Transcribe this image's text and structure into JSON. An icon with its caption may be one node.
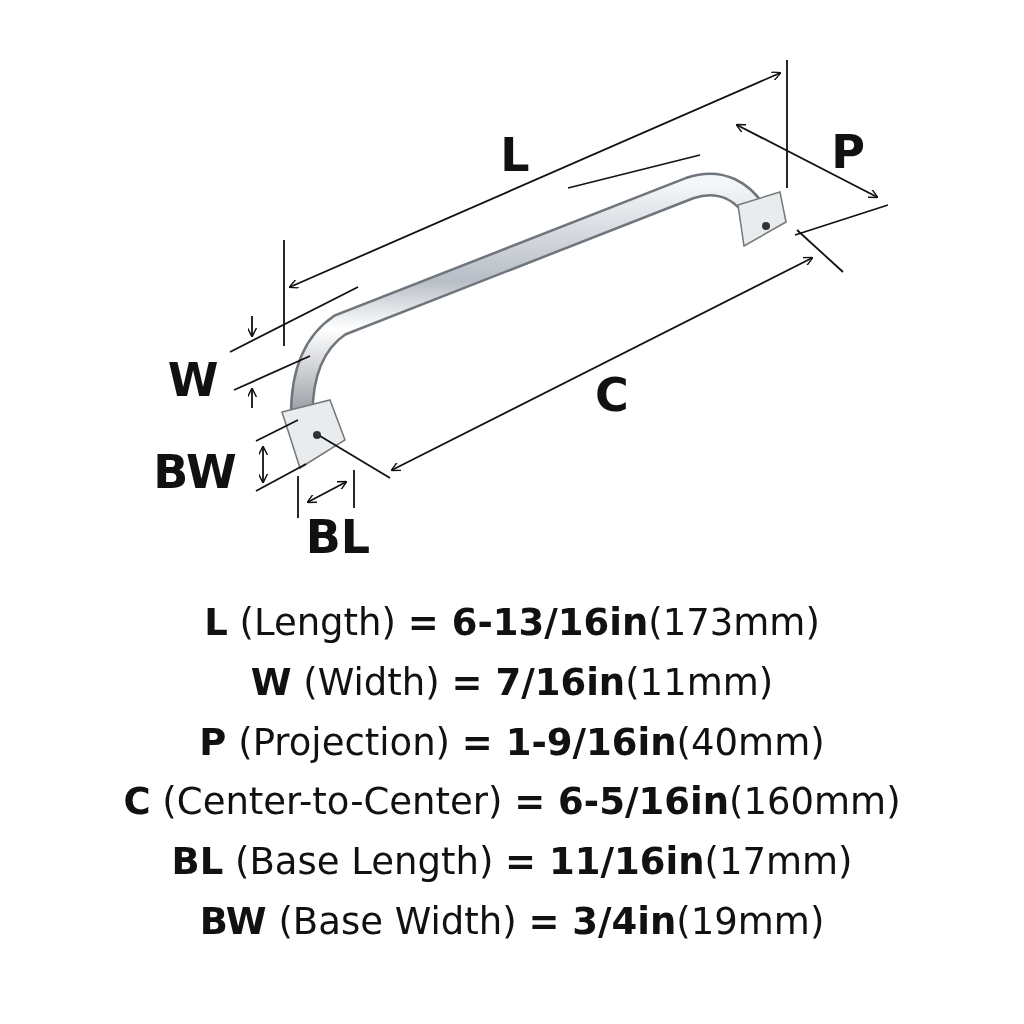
{
  "diagram": {
    "labels": [
      "L",
      "P",
      "W",
      "C",
      "BW",
      "BL",
      "**L** (Length) **= 6-13/16in**(173mm)",
      "**W** (Width) **= 7/16in**(11mm)",
      "**P** (Projection) **= 1-9/16in**(40mm)",
      "**C** (Center-to-Center) **= 6-5/16in**(160mm)",
      "**BL** (Base Length) **= 11/16in**(17mm)",
      "**BW** (Base Width) **= 3/4in**(19mm)"
    ]
  }
}
